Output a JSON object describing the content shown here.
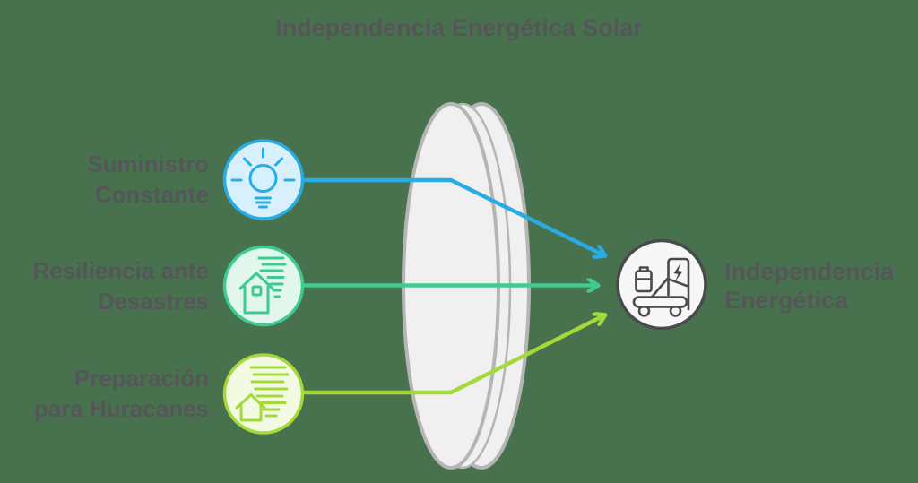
{
  "title": "Independencia Energética Solar",
  "palette": {
    "background": "#48714e",
    "text": "#54565a",
    "blue": "#29ace3",
    "blue_fill": "#d7f0fc",
    "teal": "#3fcb90",
    "teal_fill": "#e1f7ed",
    "lime": "#a5d93b",
    "lime_fill": "#f3fae2",
    "lens_fill": "#f0f0f0",
    "lens_stroke": "#b5b5b5",
    "node_fill": "#f7f7f7",
    "node_stroke": "#4a4a4c"
  },
  "sources": [
    {
      "line1": "Suministro",
      "line2": "Constante",
      "icon": "lightbulb-icon",
      "color": "#29ace3"
    },
    {
      "line1": "Resiliencia ante",
      "line2": "Desastres",
      "icon": "house-tornado-icon",
      "color": "#3fcb90"
    },
    {
      "line1": "Preparación",
      "line2": "para Huracanes",
      "icon": "house-hurricane-icon",
      "color": "#a5d93b"
    }
  ],
  "target": {
    "line1": "Independencia",
    "line2": "Energética",
    "icon": "ev-charging-icon"
  }
}
